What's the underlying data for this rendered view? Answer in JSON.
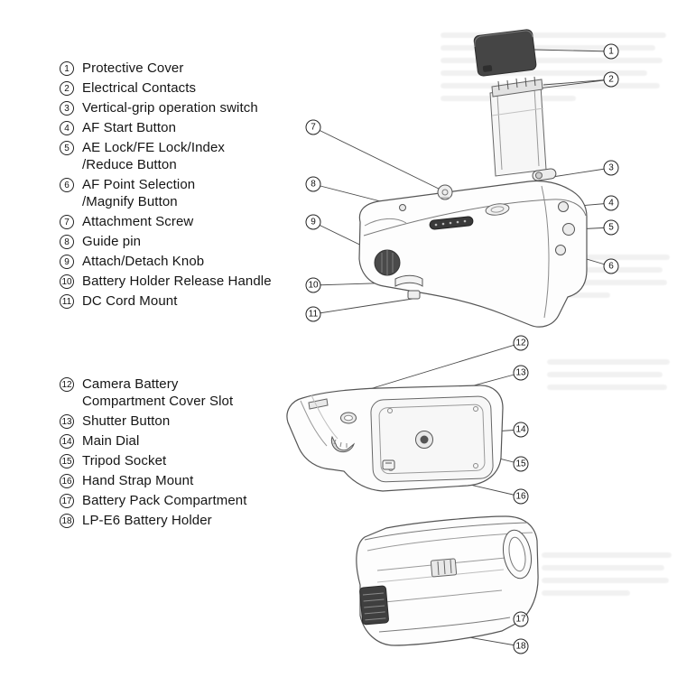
{
  "page": {
    "background": "#ffffff",
    "line_color": "#555555",
    "text_color": "#151515"
  },
  "parts_list_1": {
    "items": [
      {
        "num": "1",
        "line1": "Protective Cover"
      },
      {
        "num": "2",
        "line1": "Electrical Contacts"
      },
      {
        "num": "3",
        "line1": "Vertical-grip operation switch"
      },
      {
        "num": "4",
        "line1": "AF Start Button"
      },
      {
        "num": "5",
        "line1": "AE Lock/FE Lock/Index",
        "line2": "/Reduce Button"
      },
      {
        "num": "6",
        "line1": "AF Point Selection",
        "line2": "/Magnify Button"
      },
      {
        "num": "7",
        "line1": "Attachment Screw"
      },
      {
        "num": "8",
        "line1": "Guide pin"
      },
      {
        "num": "9",
        "line1": "Attach/Detach Knob"
      },
      {
        "num": "10",
        "line1": "Battery Holder Release Handle"
      },
      {
        "num": "11",
        "line1": "DC Cord Mount"
      }
    ]
  },
  "parts_list_2": {
    "items": [
      {
        "num": "12",
        "line1": "Camera Battery",
        "line2": "Compartment Cover Slot"
      },
      {
        "num": "13",
        "line1": "Shutter Button"
      },
      {
        "num": "14",
        "line1": "Main Dial"
      },
      {
        "num": "15",
        "line1": "Tripod Socket"
      },
      {
        "num": "16",
        "line1": "Hand Strap Mount"
      },
      {
        "num": "17",
        "line1": "Battery Pack Compartment"
      },
      {
        "num": "18",
        "line1": "LP-E6 Battery Holder"
      }
    ]
  },
  "callouts": {
    "c1": "1",
    "c2": "2",
    "c3": "3",
    "c4": "4",
    "c5": "5",
    "c6": "6",
    "c7": "7",
    "c8": "8",
    "c9": "9",
    "c10": "10",
    "c11": "11",
    "c12": "12",
    "c13": "13",
    "c14": "14",
    "c15": "15",
    "c16": "16",
    "c17": "17",
    "c18": "18"
  }
}
